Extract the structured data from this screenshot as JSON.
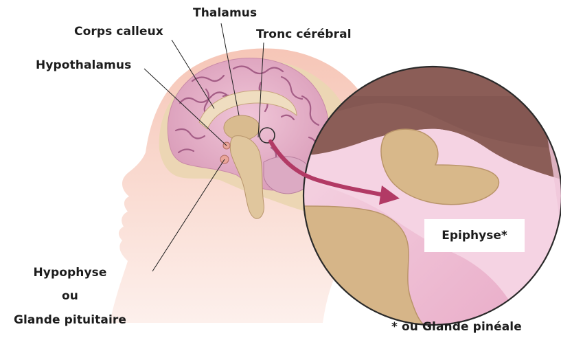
{
  "labels": {
    "thalamus": "Thalamus",
    "corps_calleux": "Corps calleux",
    "tronc_cerebral": "Tronc cérébral",
    "hypothalamus": "Hypothalamus",
    "hypophyse": "Hypophyse",
    "ou": "ou",
    "glande_pituitaire": "Glande pituitaire",
    "epiphyse": "Epiphyse*",
    "footnote": "* ou Glande pinéale"
  },
  "colors": {
    "skin_light": "#fbe6df",
    "skin": "#f3c3b5",
    "skull": "#e9d3b0",
    "brain": "#e7b6cc",
    "brain_fold": "#b06c93",
    "stem": "#ddc29a",
    "arrow": "#b23a65",
    "outline": "#1f1f1f",
    "magnified_dark": "#8a5a55",
    "magnified_tissue": "#d5b286",
    "magnified_pink": "#f2cfe0"
  }
}
